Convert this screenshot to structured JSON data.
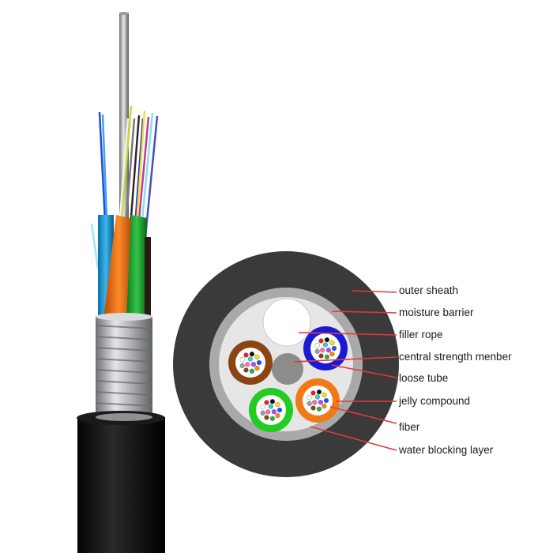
{
  "labels": [
    "outer sheath",
    "moisture barrier",
    "filler rope",
    "central strength menber",
    "loose tube",
    "jelly compound",
    "fiber",
    "water blocking layer"
  ],
  "colors": {
    "outer_sheath": "#3a3a3a",
    "moisture_barrier": "#a9a9a9",
    "water_blocking_layer": "#e6e6e6",
    "central_strength_member": "#8c8c8c",
    "leader_line": "#e03a3a",
    "tube_brown": "#8b4513",
    "tube_blue": "#1a1ad6",
    "tube_green": "#22cc22",
    "tube_orange": "#f07a18",
    "cable_jacket": "#0e0e0e",
    "armor": "#b8bcbf"
  },
  "fiber_colors": [
    "#1f4fff",
    "#ff8a00",
    "#22b14c",
    "#8b4513",
    "#9e9e9e",
    "#ffffff",
    "#e8202a",
    "#111111",
    "#f5e11b",
    "#a64dff",
    "#ff6fb0",
    "#2ad4d4"
  ]
}
